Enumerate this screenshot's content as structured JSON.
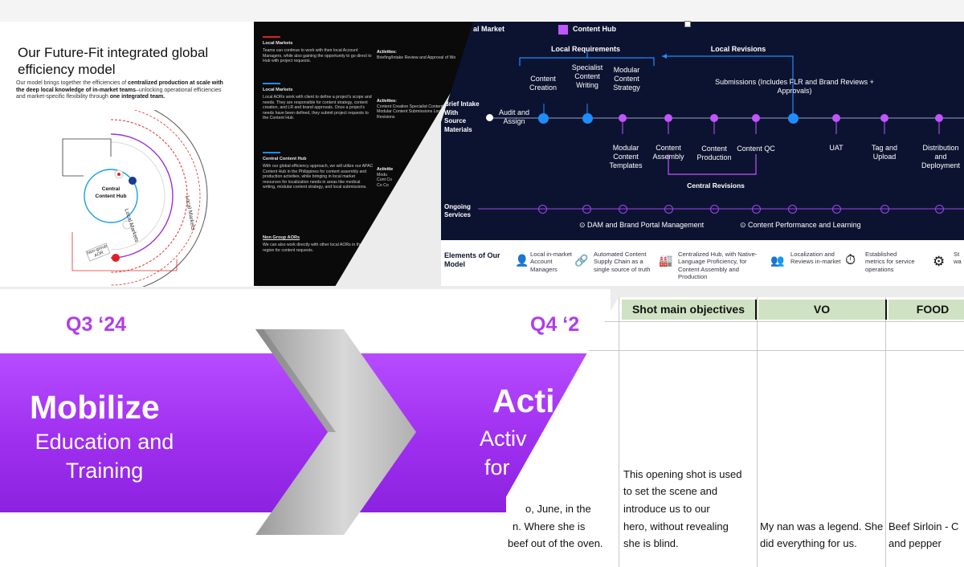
{
  "model_slide": {
    "title": "Our Future-Fit integrated global efficiency model",
    "desc_a": "Our model brings together the efficiencies of ",
    "desc_b": "centralized production at scale with the deep local knowledge of in-market teams",
    "desc_c": "–unlocking operational efficiencies and market-specific flexibility through ",
    "desc_d": "one integrated team.",
    "hub": "Central Content Hub",
    "local_markets_inner": "Local Markets",
    "local_markets_outer": "Local Markets",
    "non_group": "Non-group AOR"
  },
  "black_slide": {
    "sections": [
      {
        "head": "Local Markets",
        "body": "Teams can continue to work with their local Account Managers, while also gaining the opportunity to go direct to Hub with project requests."
      },
      {
        "head": "Local Markets",
        "body": "Local AORs work with client to define a project's scope and needs. They are responsible for content strategy, content creation, and LR and brand approvals. Once a project's needs have been defined, they submit project requests to the Content Hub."
      },
      {
        "head": "Central Content Hub",
        "body": "With our global efficiency approach, we will utilize our APAC Content Hub in the Philippines for content assembly and production activities, while bringing in local market resources for localization needs in areas like medical writing, modular content strategy, and local submissions."
      },
      {
        "head": "Non Group AORs",
        "body": "We can also work directly with other local AORs in the region for content requests."
      }
    ],
    "activities": [
      {
        "head": "Activities:",
        "body": "Briefing/Intake Review and Approval of Wo"
      },
      {
        "head": "Activities:",
        "body": "Content Creation Specialist Content Modular Content Submissions Local Revisions"
      },
      {
        "head": "Activitie",
        "body": "Modu Cont Co Co Co"
      }
    ]
  },
  "flow_slide": {
    "legend_local": "al Market",
    "legend_hub": "Content Hub",
    "local_requirements": "Local Requirements",
    "local_revisions": "Local Revisions",
    "central_revisions": "Central Revisions",
    "brief_intake": "Brief Intake With Source Materials",
    "audit_assign": "Audit and Assign",
    "content_creation": "Content Creation",
    "specialist_writing": "Specialist Content Writing",
    "modular_strategy": "Modular Content Strategy",
    "submissions": "Submissions (Includes FLR and Brand Reviews + Approvals)",
    "modular_templates": "Modular Content Templates",
    "content_assembly": "Content Assembly",
    "content_production": "Content Production",
    "content_qc": "Content QC",
    "uat": "UAT",
    "tag_upload": "Tag and Upload",
    "distribution": "Distribution and Deployment",
    "ongoing": "Ongoing Services",
    "dam": "DAM and Brand Portal Management",
    "performance": "Content Performance and Learning",
    "elements_title": "Elements of Our Model",
    "elements": [
      {
        "icon": "person-icon",
        "text": "Local in-market Account Managers"
      },
      {
        "icon": "chain-icon",
        "text": "Automated Content Supply Chain as a single source of truth"
      },
      {
        "icon": "factory-icon",
        "text": "Centralized Hub, with Native-Language Proficiency, for Content Assembly and Production"
      },
      {
        "icon": "team-icon",
        "text": "Localization and Reviews in-market"
      },
      {
        "icon": "stopwatch-icon",
        "text": "Established metrics for service operations"
      },
      {
        "icon": "gear-icon",
        "text": "St wa"
      }
    ]
  },
  "phase_slide": {
    "q3": "Q3 ‘24",
    "q4": "Q4 ‘2",
    "mobilize": "Mobilize",
    "mobilize_sub": "Education and Training",
    "activate": "Acti",
    "activate_sub1": "Activ",
    "activate_sub2": "for"
  },
  "sheet": {
    "headers": [
      "Shot main objectives",
      "VO",
      "FOOD"
    ],
    "left_col": [
      "o, June, in the",
      "n. Where she is",
      "beef out of the oven."
    ],
    "objective": [
      "This opening shot is used",
      "to set the scene and",
      "introduce us to our",
      "hero, without revealing",
      "she is blind."
    ],
    "vo": [
      "My nan was a legend. She",
      "did everything for us."
    ],
    "food": [
      "Beef Sirloin - C",
      "and pepper"
    ]
  },
  "colors": {
    "purple": "#a335f0",
    "navy": "#0c1330",
    "hub_blue": "#1f8cff",
    "green_header": "#cfe2c3"
  }
}
